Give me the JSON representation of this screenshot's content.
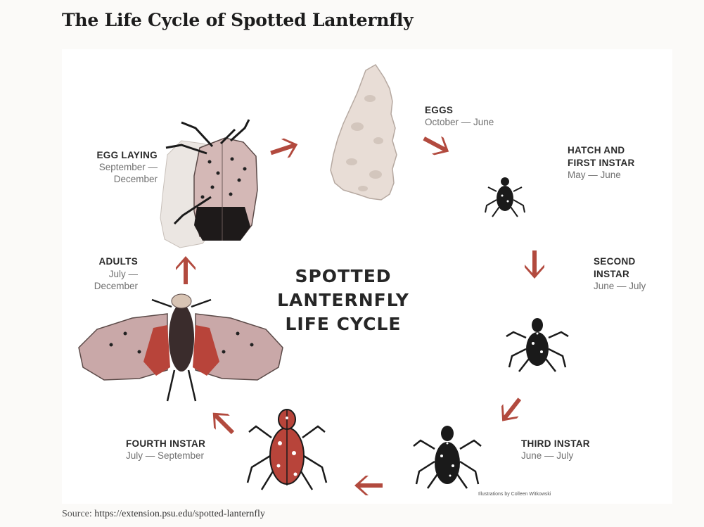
{
  "title": "The Life Cycle of Spotted Lanternfly",
  "center_title": [
    "SPOTTED",
    "LANTERNFLY",
    "LIFE CYCLE"
  ],
  "stages": [
    {
      "name": [
        "EGGS"
      ],
      "dates": [
        "October — June"
      ]
    },
    {
      "name": [
        "HATCH AND",
        "FIRST INSTAR"
      ],
      "dates": [
        "May — June"
      ]
    },
    {
      "name": [
        "SECOND",
        "INSTAR"
      ],
      "dates": [
        "June — July"
      ]
    },
    {
      "name": [
        "THIRD INSTAR"
      ],
      "dates": [
        "June — July"
      ]
    },
    {
      "name": [
        "FOURTH INSTAR"
      ],
      "dates": [
        "July — September"
      ]
    },
    {
      "name": [
        "ADULTS"
      ],
      "dates": [
        "July —",
        "December"
      ]
    },
    {
      "name": [
        "EGG LAYING"
      ],
      "dates": [
        "September —",
        "December"
      ]
    }
  ],
  "credit": "Illustrations by Colleen Witkowski",
  "source": {
    "label": "Source:",
    "url": "https://extension.psu.edu/spotted-lanternfly"
  },
  "colors": {
    "arrow": "#b24a3e",
    "nymph_red": "#b8443a",
    "adult_wing": "#c9a8a8",
    "egg_mass": "#e8ddd6"
  }
}
